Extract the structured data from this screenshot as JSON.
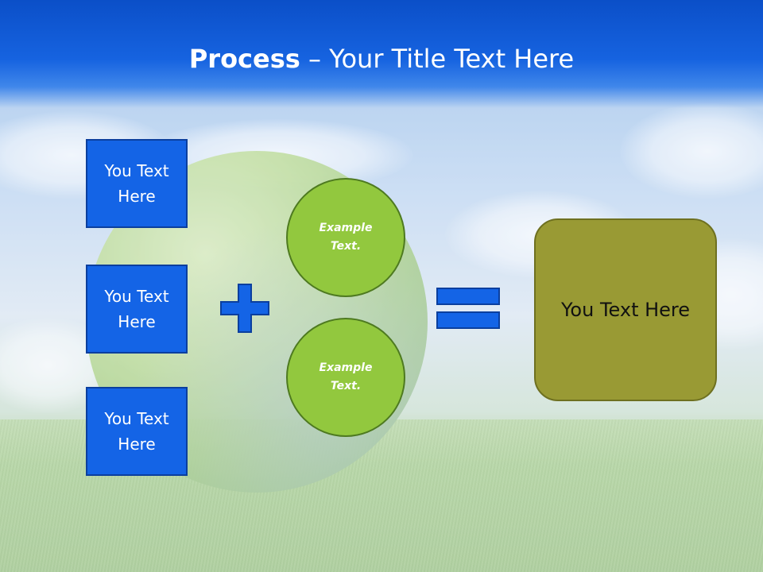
{
  "title": {
    "bold": "Process",
    "rest": " – Your Title Text Here"
  },
  "left_boxes": [
    {
      "label": "You Text Here"
    },
    {
      "label": "You Text Here"
    },
    {
      "label": "You Text Here"
    }
  ],
  "circles": [
    {
      "label": "Example Text."
    },
    {
      "label": "Example Text."
    }
  ],
  "result": {
    "label": "You Text Here"
  },
  "colors": {
    "title_bar": "#1663e0",
    "box_fill": "#1464e6",
    "circle_fill": "#92c83e",
    "result_fill": "#999a34"
  },
  "icons": {
    "plus": "plus-icon",
    "equals": "equals-icon"
  }
}
